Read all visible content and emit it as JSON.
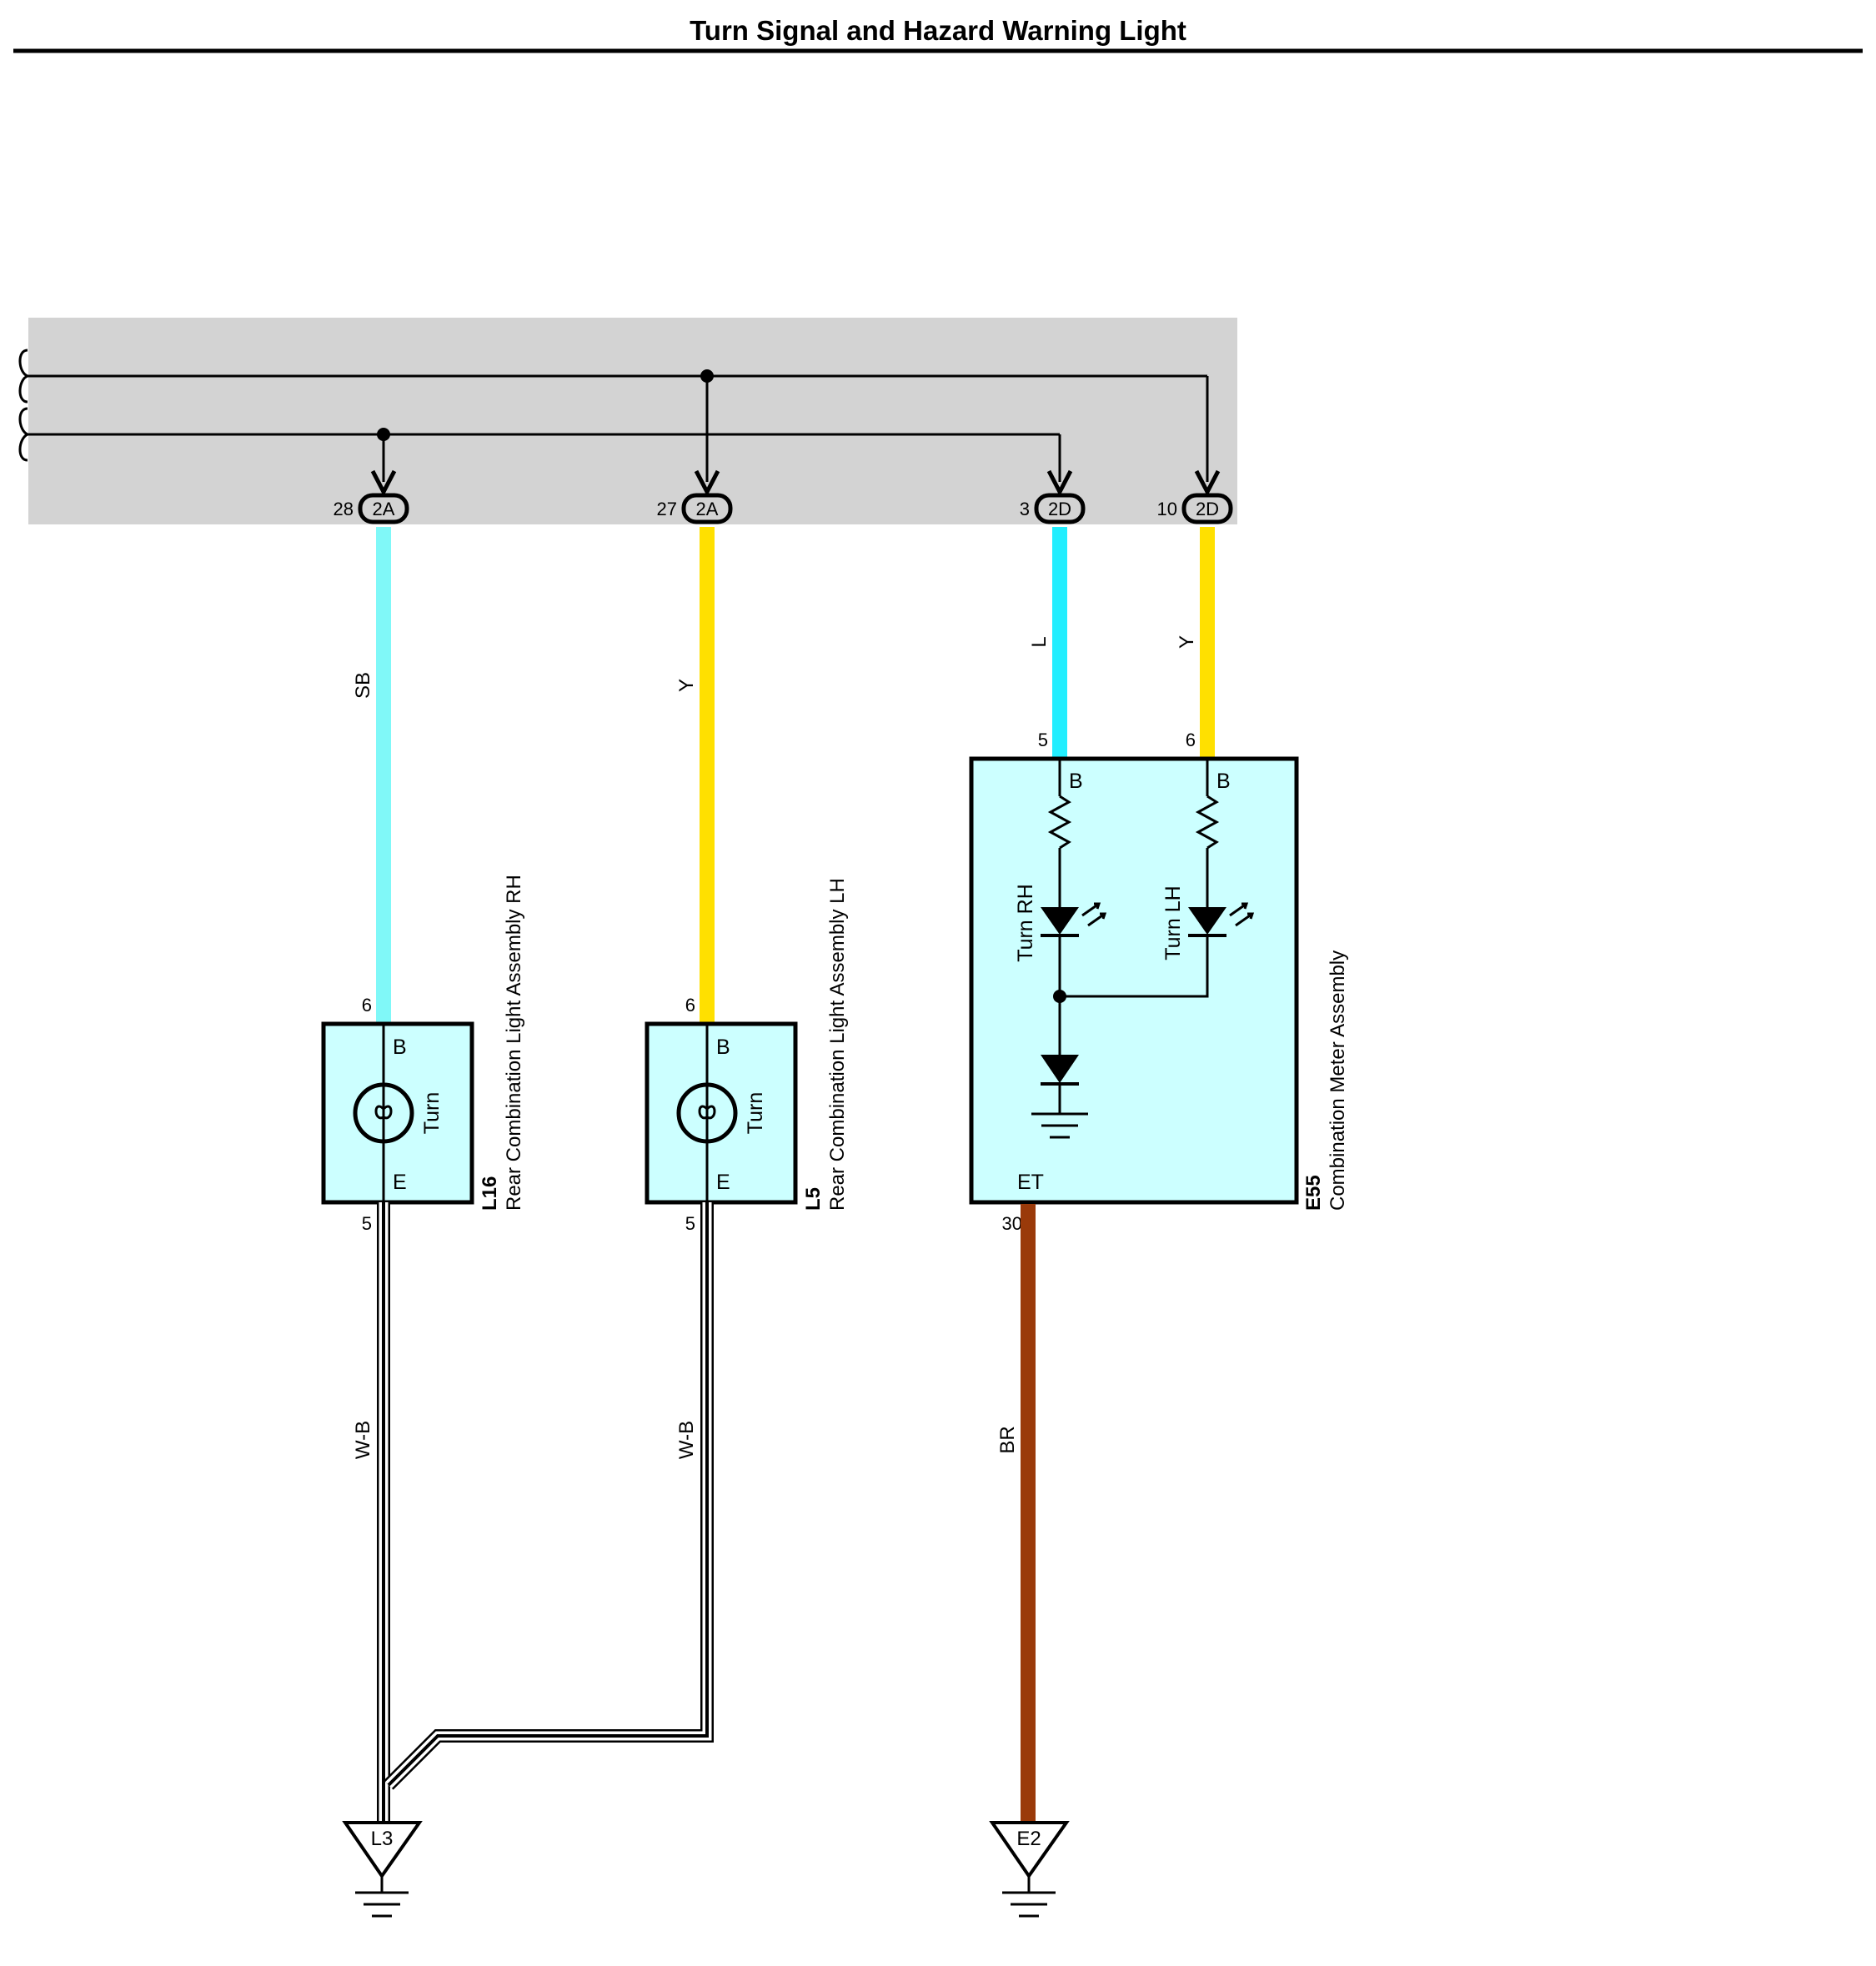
{
  "title": "Turn Signal and Hazard Warning Light",
  "connectors": [
    {
      "pin": "28",
      "code": "2A"
    },
    {
      "pin": "27",
      "code": "2A"
    },
    {
      "pin": "3",
      "code": "2D"
    },
    {
      "pin": "10",
      "code": "2D"
    }
  ],
  "wires": [
    {
      "label": "SB",
      "color": "#80f8f8"
    },
    {
      "label": "Y",
      "color": "#ffe000"
    },
    {
      "label": "L",
      "color": "#22eeff"
    },
    {
      "label": "Y",
      "color": "#ffe000"
    },
    {
      "label": "W-B",
      "color": "#000000"
    },
    {
      "label": "W-B",
      "color": "#000000"
    },
    {
      "label": "BR",
      "color": "#9a3a0a"
    }
  ],
  "components": {
    "l16": {
      "code": "L16",
      "name": "Rear Combination Light Assembly RH",
      "pin_top": "6",
      "pin_bottom": "5",
      "term_top": "B",
      "term_bottom": "E",
      "bulb_label": "Turn"
    },
    "l5": {
      "code": "L5",
      "name": "Rear Combination Light Assembly LH",
      "pin_top": "6",
      "pin_bottom": "5",
      "term_top": "B",
      "term_bottom": "E",
      "bulb_label": "Turn"
    },
    "e55": {
      "code": "E55",
      "name": "Combination Meter Assembly",
      "pin_left": "5",
      "pin_right": "6",
      "pin_bottom": "30",
      "term_left": "B",
      "term_right": "B",
      "term_bottom": "ET",
      "led_rh": "Turn RH",
      "led_lh": "Turn LH"
    }
  },
  "grounds": [
    {
      "code": "L3"
    },
    {
      "code": "E2"
    }
  ],
  "colors": {
    "box_fill": "#ccffff",
    "harness_bg": "#d3d3d3"
  }
}
